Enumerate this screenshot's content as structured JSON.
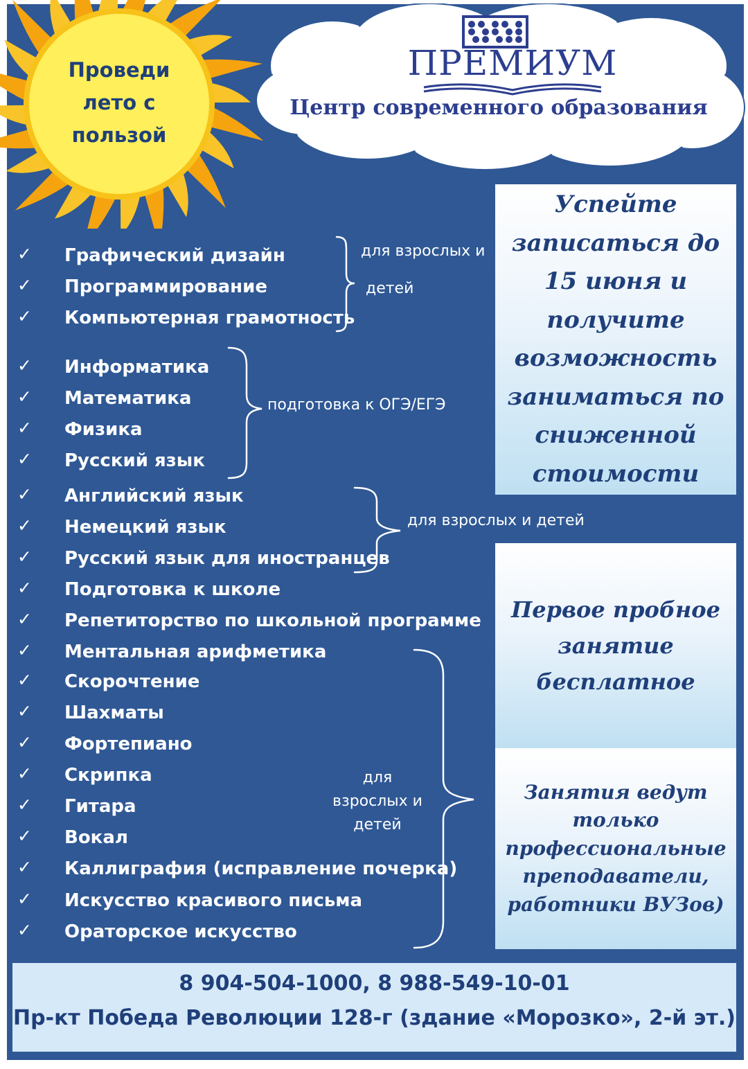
{
  "sun": {
    "lines": [
      "Проведи",
      "лето с",
      "пользой"
    ]
  },
  "logo": {
    "name": "ПРЕМИУМ",
    "tagline": "Центр современного образования"
  },
  "groups": [
    {
      "items": [
        "Графический дизайн",
        "Программирование",
        "Компьютерная грамотность"
      ],
      "note_lines": [
        "для взрослых и",
        "детей"
      ]
    },
    {
      "items": [
        "Информатика",
        "Математика",
        "Физика",
        "Русский язык"
      ],
      "note_lines": [
        "подготовка к ОГЭ/ЕГЭ"
      ]
    },
    {
      "items": [
        "Английский язык",
        "Немецкий язык",
        "Русский язык для иностранцев"
      ],
      "note_lines": [
        "для взрослых и детей"
      ]
    },
    {
      "items": [
        "Подготовка к школе",
        "Репетиторство по школьной программе"
      ],
      "note_lines": []
    },
    {
      "items": [
        "Ментальная арифметика",
        "Скорочтение",
        "Шахматы",
        "Фортепиано",
        "Скрипка",
        "Гитара",
        "Вокал",
        "Каллиграфия  (исправление почерка)",
        "Искусство красивого письма",
        "Ораторское  искусство"
      ],
      "note_lines": [
        "для",
        "взрослых и",
        "детей"
      ]
    }
  ],
  "check_icon": "✓",
  "promo1": {
    "lines": [
      "Успейте",
      "записаться до",
      "15 июня и",
      "получите",
      "возможность",
      "заниматься по",
      "сниженной",
      "стоимости"
    ]
  },
  "promo2": {
    "lines": [
      "Первое пробное",
      "занятие",
      "бесплатное"
    ]
  },
  "promo3": {
    "lines": [
      "Занятия ведут",
      "только",
      "профессиональные",
      "преподаватели,",
      "работники ВУЗов)"
    ]
  },
  "contacts": {
    "phones": "8 904-504-1000,   8 988-549-10-01",
    "address": "Пр-кт Победа Революции 128-г (здание «Морозко», 2-й эт.)"
  },
  "colors": {
    "panel": "#2f5895",
    "text_dark": "#1f3f7a",
    "sun": "#ffef5a",
    "rays": "#f5a40f"
  }
}
